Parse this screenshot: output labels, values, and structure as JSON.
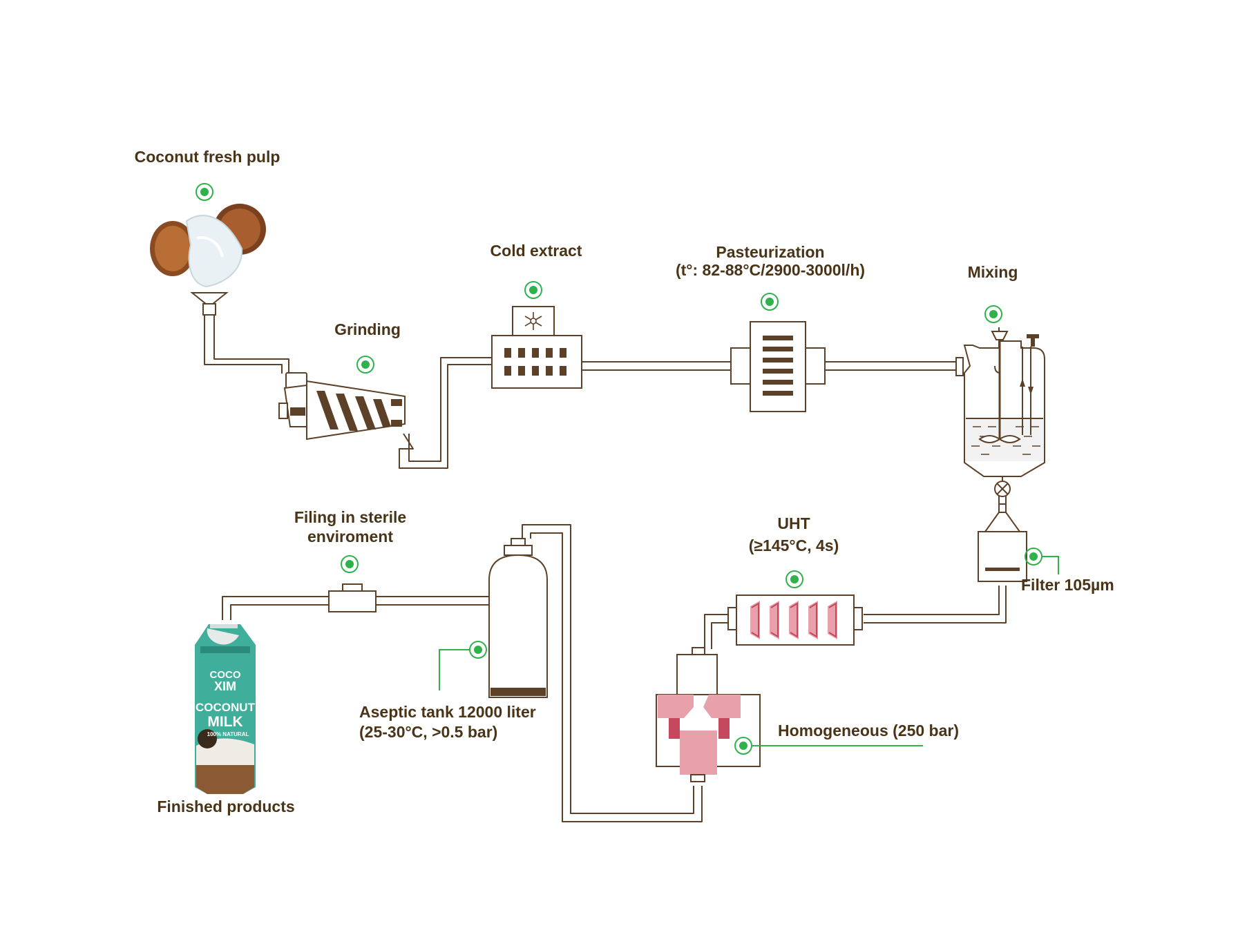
{
  "colors": {
    "text": "#4a3418",
    "pipe": "#5c4027",
    "marker": "#2fb14c",
    "uht_fins": "#e8a1ab",
    "homogenizer": "#e8a1ab",
    "package": "#3fae9a"
  },
  "steps": {
    "coconut_pulp": "Coconut fresh pulp",
    "grinding": "Grinding",
    "cold_extract": "Cold extract",
    "pasteurization_title": "Pasteurization",
    "pasteurization_detail": "(t°: 82-88°C/2900-3000l/h)",
    "mixing": "Mixing",
    "filter": "Filter 105µm",
    "uht_title": "UHT",
    "uht_detail": "(≥145°C, 4s)",
    "homogeneous": "Homogeneous (250 bar)",
    "aseptic_title": "Aseptic tank 12000 liter",
    "aseptic_detail": "(25-30°C, >0.5 bar)",
    "filling_line1": "Filing in sterile",
    "filling_line2": "enviroment",
    "finished": "Finished products"
  },
  "package": {
    "brand_top": "COCO",
    "brand_bottom": "XIM",
    "product_line1": "COCONUT",
    "product_line2": "MILK",
    "tagline": "100% NATURAL"
  },
  "icons": [
    "coconut-icon",
    "snowflake-icon",
    "tank-agitator-icon",
    "carton-package-icon"
  ]
}
